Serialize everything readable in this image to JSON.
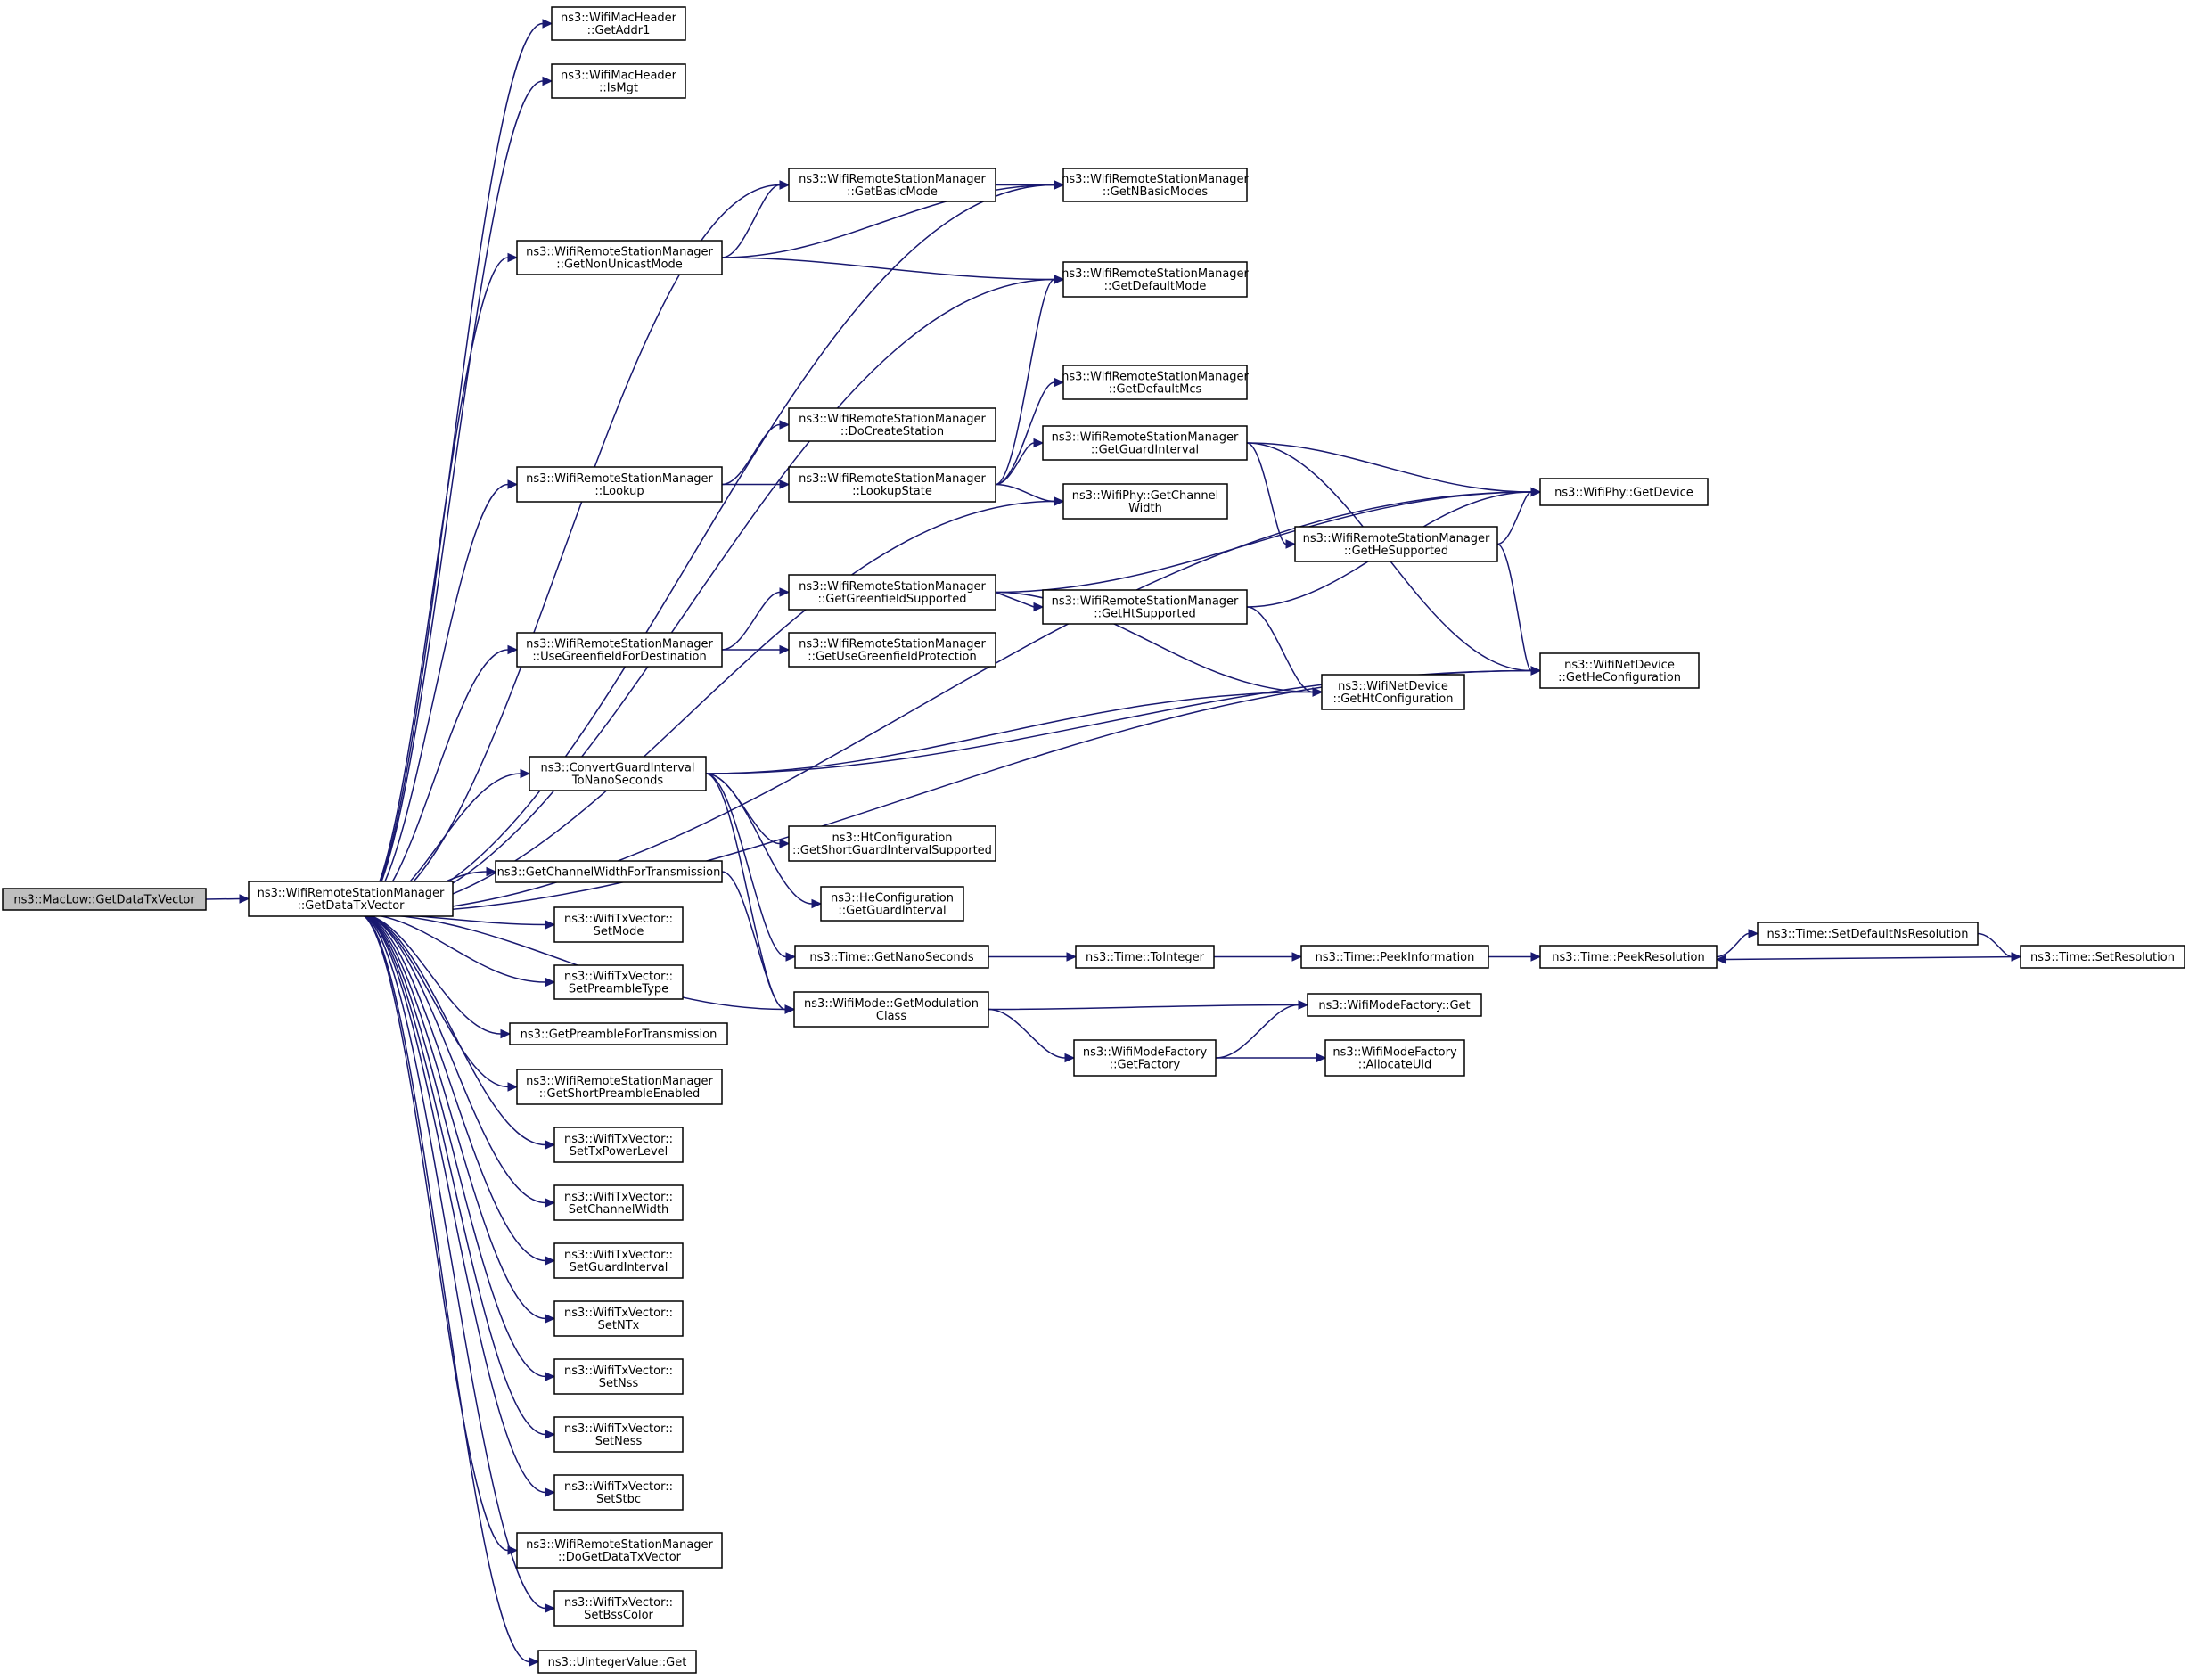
{
  "nodes": {
    "root": [
      "ns3::MacLow::GetDataTxVector"
    ],
    "gdtv": [
      "ns3::WifiRemoteStationManager",
      "::GetDataTxVector"
    ],
    "addr1": [
      "ns3::WifiMacHeader",
      "::GetAddr1"
    ],
    "ismgt": [
      "ns3::WifiMacHeader",
      "::IsMgt"
    ],
    "nonuni": [
      "ns3::WifiRemoteStationManager",
      "::GetNonUnicastMode"
    ],
    "basic": [
      "ns3::WifiRemoteStationManager",
      "::GetBasicMode"
    ],
    "nbasic": [
      "ns3::WifiRemoteStationManager",
      "::GetNBasicModes"
    ],
    "defmode": [
      "ns3::WifiRemoteStationManager",
      "::GetDefaultMode"
    ],
    "defmcs": [
      "ns3::WifiRemoteStationManager",
      "::GetDefaultMcs"
    ],
    "create": [
      "ns3::WifiRemoteStationManager",
      "::DoCreateStation"
    ],
    "lookup": [
      "ns3::WifiRemoteStationManager",
      "::Lookup"
    ],
    "lstate": [
      "ns3::WifiRemoteStationManager",
      "::LookupState"
    ],
    "guard": [
      "ns3::WifiRemoteStationManager",
      "::GetGuardInterval"
    ],
    "chw": [
      "ns3::WifiPhy::GetChannel",
      "Width"
    ],
    "dev": [
      "ns3::WifiPhy::GetDevice"
    ],
    "hesup": [
      "ns3::WifiRemoteStationManager",
      "::GetHeSupported"
    ],
    "gfsup": [
      "ns3::WifiRemoteStationManager",
      "::GetGreenfieldSupported"
    ],
    "htsup": [
      "ns3::WifiRemoteStationManager",
      "::GetHtSupported"
    ],
    "usegf": [
      "ns3::WifiRemoteStationManager",
      "::UseGreenfieldForDestination"
    ],
    "gfprot": [
      "ns3::WifiRemoteStationManager",
      "::GetUseGreenfieldProtection"
    ],
    "htconf": [
      "ns3::WifiNetDevice",
      "::GetHtConfiguration"
    ],
    "heconf": [
      "ns3::WifiNetDevice",
      "::GetHeConfiguration"
    ],
    "convgi": [
      "ns3::ConvertGuardInterval",
      "ToNanoSeconds"
    ],
    "shortgi": [
      "ns3::HtConfiguration",
      "::GetShortGuardIntervalSupported"
    ],
    "hegi": [
      "ns3::HeConfiguration",
      "::GetGuardInterval"
    ],
    "chwtx": [
      "ns3::GetChannelWidthForTransmission"
    ],
    "nano": [
      "ns3::Time::GetNanoSeconds"
    ],
    "toint": [
      "ns3::Time::ToInteger"
    ],
    "peekinf": [
      "ns3::Time::PeekInformation"
    ],
    "peekres": [
      "ns3::Time::PeekResolution"
    ],
    "setdef": [
      "ns3::Time::SetDefaultNsResolution"
    ],
    "setres": [
      "ns3::Time::SetResolution"
    ],
    "modcls": [
      "ns3::WifiMode::GetModulation",
      "Class"
    ],
    "mfget": [
      "ns3::WifiModeFactory::Get"
    ],
    "mffac": [
      "ns3::WifiModeFactory",
      "::GetFactory"
    ],
    "alloc": [
      "ns3::WifiModeFactory",
      "::AllocateUid"
    ],
    "setmode": [
      "ns3::WifiTxVector::",
      "SetMode"
    ],
    "setpre": [
      "ns3::WifiTxVector::",
      "SetPreambleType"
    ],
    "getpre": [
      "ns3::GetPreambleForTransmission"
    ],
    "shortpre": [
      "ns3::WifiRemoteStationManager",
      "::GetShortPreambleEnabled"
    ],
    "setpow": [
      "ns3::WifiTxVector::",
      "SetTxPowerLevel"
    ],
    "setchw": [
      "ns3::WifiTxVector::",
      "SetChannelWidth"
    ],
    "setgi": [
      "ns3::WifiTxVector::",
      "SetGuardInterval"
    ],
    "setntx": [
      "ns3::WifiTxVector::",
      "SetNTx"
    ],
    "setnss": [
      "ns3::WifiTxVector::",
      "SetNss"
    ],
    "setness": [
      "ns3::WifiTxVector::",
      "SetNess"
    ],
    "setstbc": [
      "ns3::WifiTxVector::",
      "SetStbc"
    ],
    "dogdtv": [
      "ns3::WifiRemoteStationManager",
      "::DoGetDataTxVector"
    ],
    "setbss": [
      "ns3::WifiTxVector::",
      "SetBssColor"
    ],
    "uint": [
      "ns3::UintegerValue::Get"
    ]
  },
  "colors": {
    "edge": "#191970",
    "root_fill": "#bfbfbf",
    "node_fill": "#ffffff"
  }
}
